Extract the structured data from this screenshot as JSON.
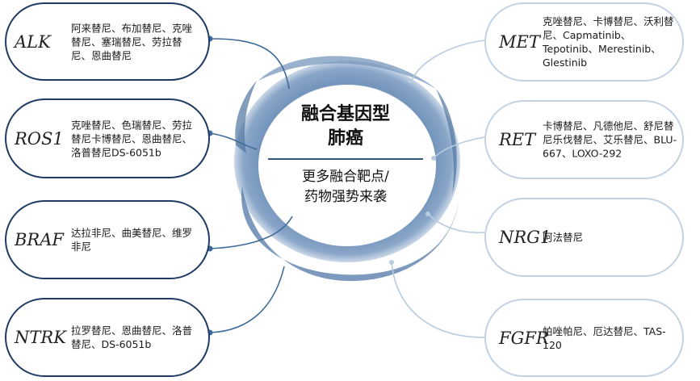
{
  "center": {
    "title_line1": "融合基因型",
    "title_line2": "肺癌",
    "subtitle_line1": "更多融合靶点/",
    "subtitle_line2": "药物强势来袭"
  },
  "left_targets": [
    {
      "gene": "ALK",
      "drugs": "阿来替尼、布加替尼、克唑替尼、塞瑞替尼、劳拉替尼、恩曲替尼"
    },
    {
      "gene": "ROS1",
      "drugs": "克唑替尼、色瑞替尼、劳拉替尼卡博替尼、恩曲替尼、洛普替尼DS-6051b"
    },
    {
      "gene": "BRAF",
      "drugs": "达拉非尼、曲美替尼、维罗非尼"
    },
    {
      "gene": "NTRK",
      "drugs": "拉罗替尼、恩曲替尼、洛普替尼、DS-6051b"
    }
  ],
  "right_targets": [
    {
      "gene": "MET",
      "drugs": "克唑替尼、卡博替尼、沃利替尼、Capmatinib、Tepotinib、Merestinib、Glestinib"
    },
    {
      "gene": "RET",
      "drugs": "卡博替尼、凡德他尼、舒尼替尼乐伐替尼、艾乐替尼、BLU-667、LOXO-292"
    },
    {
      "gene": "NRG1",
      "drugs": "阿法替尼"
    },
    {
      "gene": "FGFR",
      "drugs": "帕唑帕尼、厄达替尼、TAS-120"
    }
  ],
  "colors": {
    "left_border": "#1f3b63",
    "right_border": "#c3d2e2",
    "connector_dark": "#3f6b99",
    "connector_light": "#b8cbe0",
    "ink_ring": "#6d8fb8"
  }
}
